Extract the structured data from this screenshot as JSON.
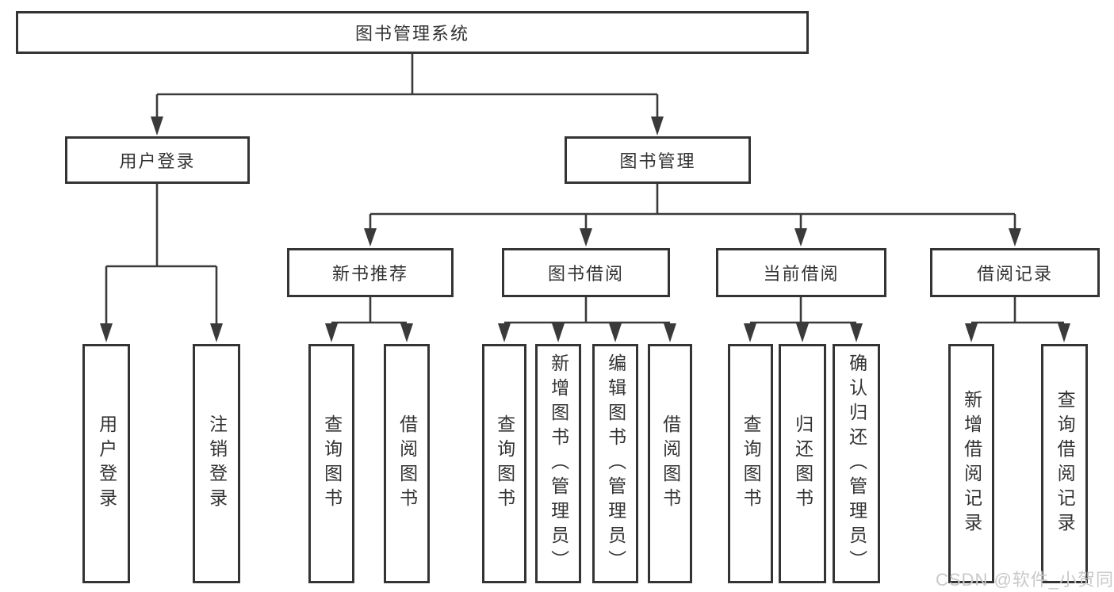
{
  "diagram": {
    "root": {
      "label": "图书管理系统"
    },
    "branches": [
      {
        "label": "用户登录"
      },
      {
        "label": "图书管理"
      }
    ],
    "modules": [
      {
        "label": "新书推荐"
      },
      {
        "label": "图书借阅"
      },
      {
        "label": "当前借阅"
      },
      {
        "label": "借阅记录"
      }
    ],
    "leaves": [
      {
        "label": "用户登录"
      },
      {
        "label": "注销登录"
      },
      {
        "label": "查询图书"
      },
      {
        "label": "借阅图书"
      },
      {
        "label": "查询图书"
      },
      {
        "label": "新增图书（管理员）"
      },
      {
        "label": "编辑图书（管理员）"
      },
      {
        "label": "借阅图书"
      },
      {
        "label": "查询图书"
      },
      {
        "label": "归还图书"
      },
      {
        "label": "确认归还（管理员）"
      },
      {
        "label": "新增借阅记录"
      },
      {
        "label": "查询借阅记录"
      }
    ]
  },
  "watermark": {
    "text": "CSDN @软件_小贺同学"
  },
  "colors": {
    "line": "#3a3a3a",
    "border": "#343434",
    "text": "#333333",
    "watermark": "#c9c9c9",
    "background": "#ffffff"
  }
}
